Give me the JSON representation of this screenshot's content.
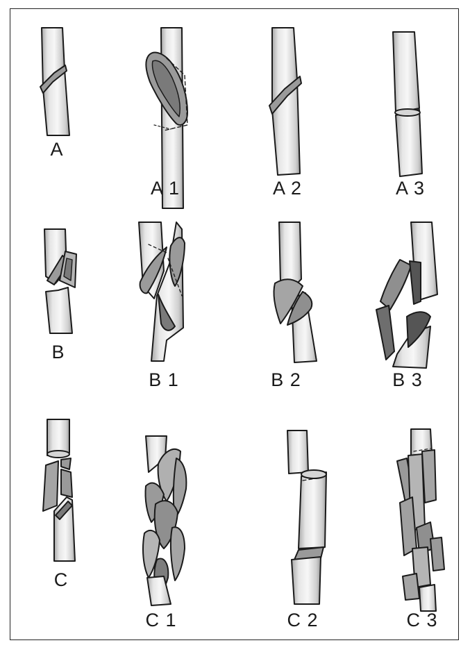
{
  "labels": {
    "a": "A",
    "a1": "A 1",
    "a2": "A 2",
    "a3": "A 3",
    "b": "B",
    "b1": "B 1",
    "b2": "B 2",
    "b3": "B 3",
    "c": "C",
    "c1": "C 1",
    "c2": "C 2",
    "c3": "C 3"
  },
  "colors": {
    "bone": "#f1f1f1",
    "bone_shade": "#bdbdbd",
    "fragment": "#9a9a9a",
    "fragment_dark": "#6e6e6e",
    "outline": "#1a1a1a"
  }
}
